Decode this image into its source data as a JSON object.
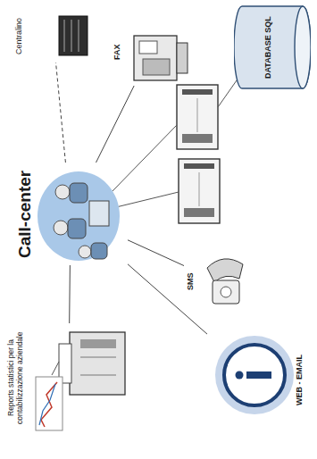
{
  "diagram": {
    "nodes": [
      {
        "text": [
          "Call-center"
        ]
      },
      {
        "text": [
          "Centralino"
        ]
      },
      {
        "text": [
          "Reports statistici per la contabilizzazione aziendale"
        ]
      },
      {
        "text": [
          "FAX"
        ]
      },
      {
        "text": [
          "DATABASE SQL"
        ]
      },
      {
        "text": [
          "SMS"
        ]
      },
      {
        "text": [
          "WEB - EMAIL"
        ]
      }
    ],
    "edges": [
      {
        "from": 0,
        "to": 1,
        "arrow": "none"
      },
      {
        "from": 0,
        "to": 3,
        "arrow": "none"
      },
      {
        "from": 0,
        "to": 5,
        "arrow": "none"
      },
      {
        "from": 0,
        "to": 6,
        "arrow": "none"
      },
      {
        "from": 0,
        "to": 2,
        "arrow": "none"
      }
    ]
  }
}
